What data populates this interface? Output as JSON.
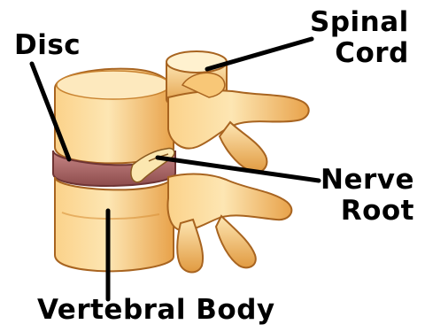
{
  "labels": {
    "disc": "Disc",
    "spinal_cord_line1": "Spinal",
    "spinal_cord_line2": "Cord",
    "nerve_root_line1": "Nerve",
    "nerve_root_line2": "Root",
    "vertebral_body": "Vertebral Body"
  },
  "colors": {
    "bone_light": "#fde2a6",
    "bone_mid": "#f5b95c",
    "bone_dark": "#c97a1f",
    "disc": "#b06a6a",
    "outline": "#8a4a10",
    "leader_line": "#000000"
  }
}
